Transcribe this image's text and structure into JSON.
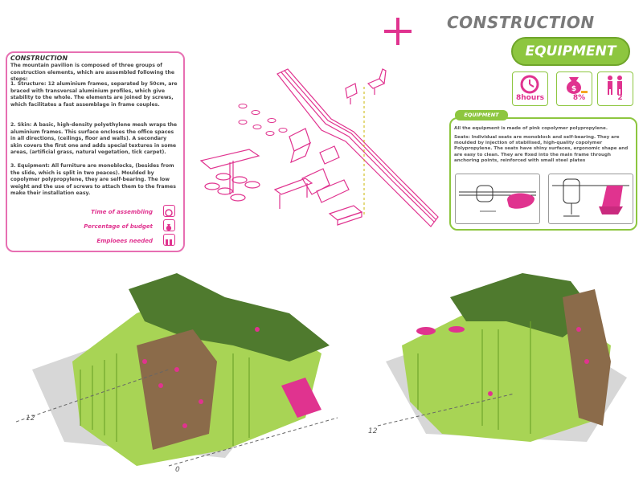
{
  "header": {
    "title": "CONSTRUCTION",
    "equipment_label": "EQUIPMENT"
  },
  "stats": [
    {
      "icon": "clock-icon",
      "value": "8hours"
    },
    {
      "icon": "money-bag-icon",
      "value": "8%"
    },
    {
      "icon": "people-icon",
      "value": "2"
    }
  ],
  "construction": {
    "heading": "CONSTRUCTION",
    "intro": "The mountain pavilion is composed of three groups of construction elements, which are assembled following the steps:",
    "step1": "1.          Structure: 12 aluminium frames, separated by 50cm, are braced with transversal aluminium profiles, which give stability to the whole. The elements are joined by screws, which facilitates a fast assemblage in frame couples.",
    "step2": "2.          Skin: A basic, high-density polyethylene mesh wraps the aluminium frames. This surface encloses the office spaces in all directions, (ceilings, floor and walls). A secondary skin covers the first one and adds special textures in some areas, (artificial grass, natural vegetation, tick carpet).",
    "step3": "3.          Equipment: All furniture are monoblocks, (besides from the slide, which is split in two peaces). Moulded by copolymer polypropylene, they are self-bearing. The low weight and the use of screws to attach them to the frames make their installation easy.",
    "legend": [
      {
        "label": "Time of assembling",
        "icon": "clock-icon"
      },
      {
        "label": "Percentage of budget",
        "icon": "money-bag-icon"
      },
      {
        "label": "Emploees needed",
        "icon": "people-icon"
      }
    ]
  },
  "equipment": {
    "tab": "EQUIPMENT",
    "para1": "All the equipment is made of pink copolymer polypropylene.",
    "para2": "Seats: Individual seats are monoblock and self-bearing. They are moulded by injection of stabilised, high-quality copolymer Polypropylene. The seats have shiny surfaces, ergonomic shape and are easy to clean. They are fixed into the main frame through anchoring points, reinforced with small steel plates"
  },
  "scale_labels": {
    "left_12": "12",
    "left_0": "0",
    "right_12": "12"
  },
  "colors": {
    "pink": "#e0338f",
    "green": "#8dc63f",
    "dark_green": "#4f7a2e",
    "gray": "#7a7a7a"
  }
}
